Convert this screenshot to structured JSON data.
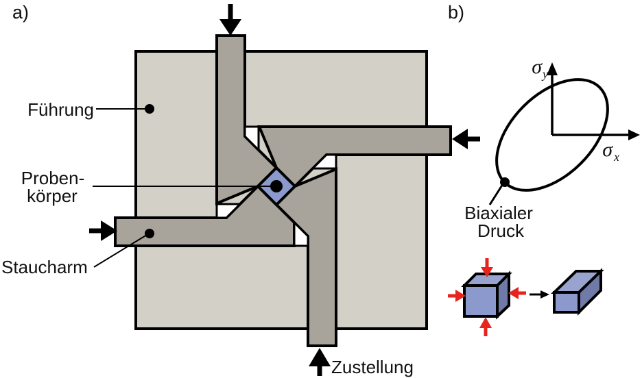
{
  "figure": {
    "panel_a": {
      "label": "a)",
      "callouts": {
        "fuehrung": "Führung",
        "proben_line1": "Proben-",
        "proben_line2": "körper",
        "staucharm": "Staucharm",
        "zustellung": "Zustellung"
      }
    },
    "panel_b": {
      "label": "b)",
      "sigma": "σ",
      "sigma_y_sub": "y",
      "sigma_x_sub": "x",
      "biaxial_line1": "Biaxialer",
      "biaxial_line2": "Druck"
    },
    "colors": {
      "guide_gray": "#d3d0c8",
      "arm_gray": "#a8a49b",
      "specimen_blue": "#8b99cc",
      "cube_top": "#99a3d0",
      "cube_side": "#6f7aa8",
      "arrow_red": "#e8231d",
      "outline_black": "#000000"
    }
  }
}
